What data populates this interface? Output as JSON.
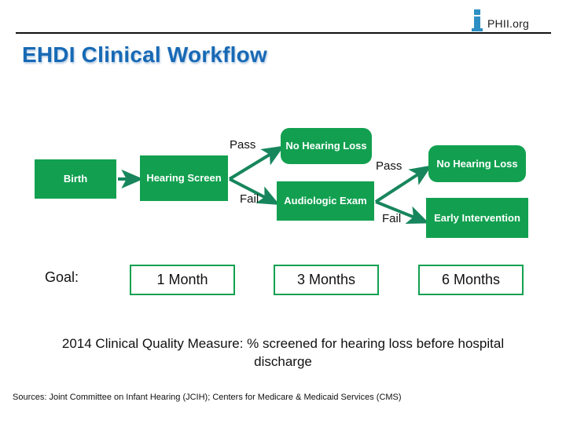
{
  "header": {
    "logo_icon": "info-i-icon",
    "logo_text": "PHII.org",
    "accent_blue": "#2E8FC4"
  },
  "title": "EHDI Clinical Workflow",
  "title_color": "#1769B5",
  "theme": {
    "node_green": "#12A050",
    "arrow_green": "#17865C",
    "goal_border": "#12A050"
  },
  "flow": {
    "nodes": [
      {
        "id": "birth",
        "label": "Birth",
        "shape": "rect"
      },
      {
        "id": "screen",
        "label": "Hearing Screen",
        "shape": "rect"
      },
      {
        "id": "nhl1",
        "label": "No Hearing Loss",
        "shape": "rounded"
      },
      {
        "id": "audio",
        "label": "Audiologic Exam",
        "shape": "rect"
      },
      {
        "id": "nhl2",
        "label": "No Hearing Loss",
        "shape": "rounded"
      },
      {
        "id": "early",
        "label": "Early Intervention",
        "shape": "rect"
      }
    ],
    "edge_labels": {
      "screen_pass": "Pass",
      "screen_fail": "Fail",
      "audio_pass": "Pass",
      "audio_fail": "Fail"
    }
  },
  "goal": {
    "label": "Goal:",
    "milestones": [
      "1 Month",
      "3 Months",
      "6 Months"
    ]
  },
  "footer": {
    "measure": "2014 Clinical Quality Measure: % screened for hearing loss before hospital discharge",
    "sources": "Sources: Joint Committee on Infant Hearing (JCIH); Centers for Medicare & Medicaid Services (CMS)"
  }
}
